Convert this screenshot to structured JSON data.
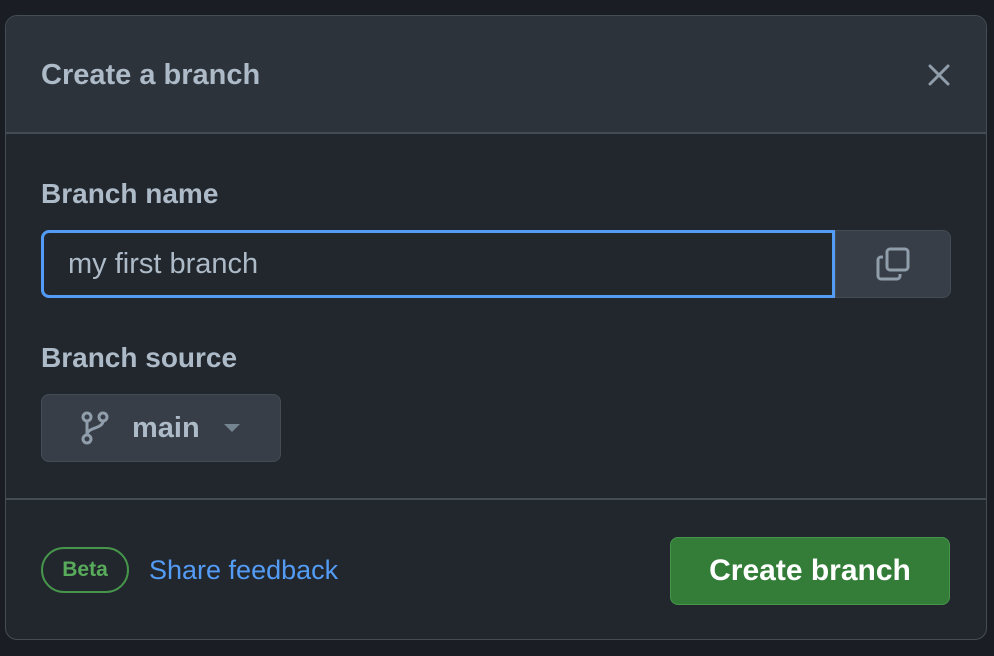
{
  "dialog": {
    "title": "Create a branch"
  },
  "branch_name": {
    "label": "Branch name",
    "value": "my first branch"
  },
  "branch_source": {
    "label": "Branch source",
    "selected": "main"
  },
  "footer": {
    "badge": "Beta",
    "feedback_link": "Share feedback",
    "create_label": "Create branch"
  },
  "icons": {
    "close": "close-icon",
    "copy": "copy-icon",
    "branch": "git-branch-icon",
    "caret": "triangle-down-icon"
  },
  "colors": {
    "background": "#22272e",
    "header": "#2d333b",
    "border": "#444c56",
    "text": "#adbac7",
    "accent": "#539bf5",
    "primary_button": "#347d39",
    "beta": "#57ab5a"
  }
}
